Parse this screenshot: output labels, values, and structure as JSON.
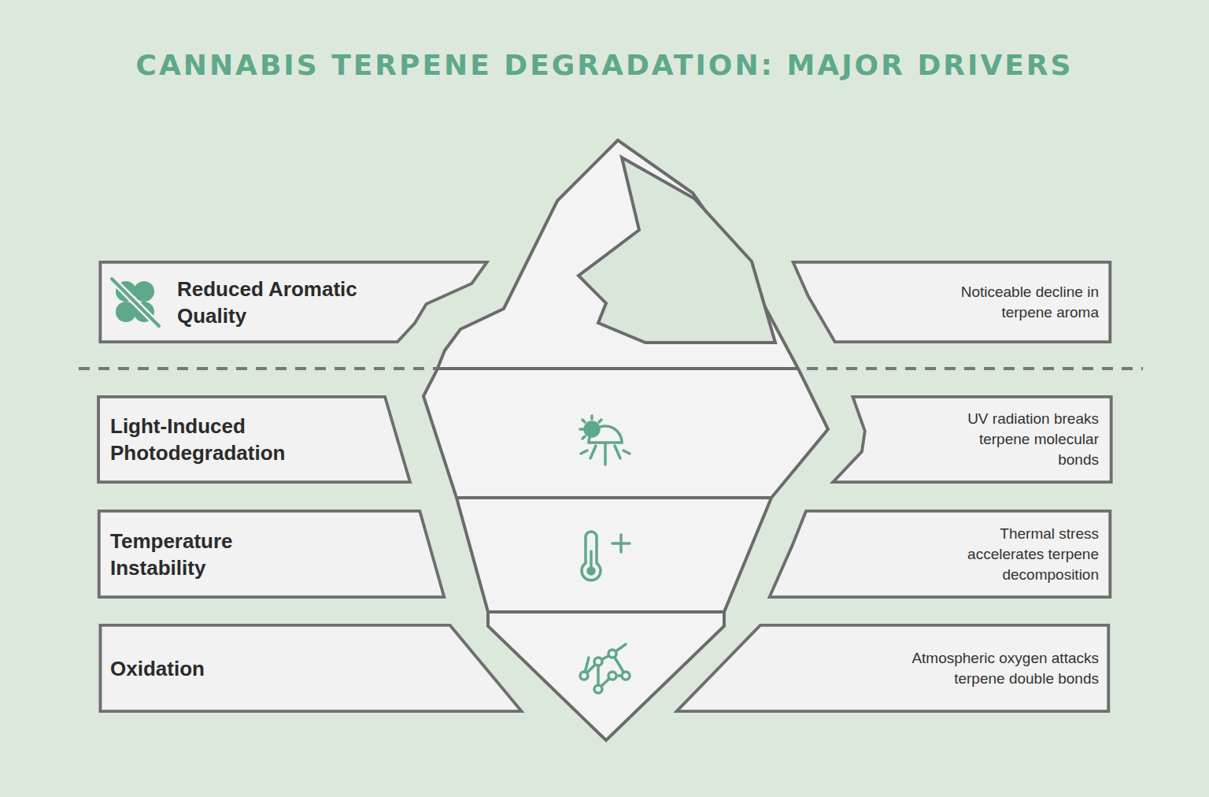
{
  "diagram": {
    "title": "CANNABIS TERPENE DEGRADATION: MAJOR DRIVERS",
    "nodes": [
      {
        "text": [
          "Reduced Aromatic Quality"
        ]
      },
      {
        "text": [
          "Noticeable decline in terpene aroma"
        ]
      },
      {
        "text": [
          "Light-Induced Photodegradation"
        ]
      },
      {
        "text": [
          "UV radiation breaks terpene molecular bonds"
        ]
      },
      {
        "text": [
          "Temperature Instability"
        ]
      },
      {
        "text": [
          "Thermal stress accelerates terpene decomposition"
        ]
      },
      {
        "text": [
          "Oxidation"
        ]
      },
      {
        "text": [
          "Atmospheric oxygen attacks terpene double bonds"
        ]
      }
    ]
  }
}
